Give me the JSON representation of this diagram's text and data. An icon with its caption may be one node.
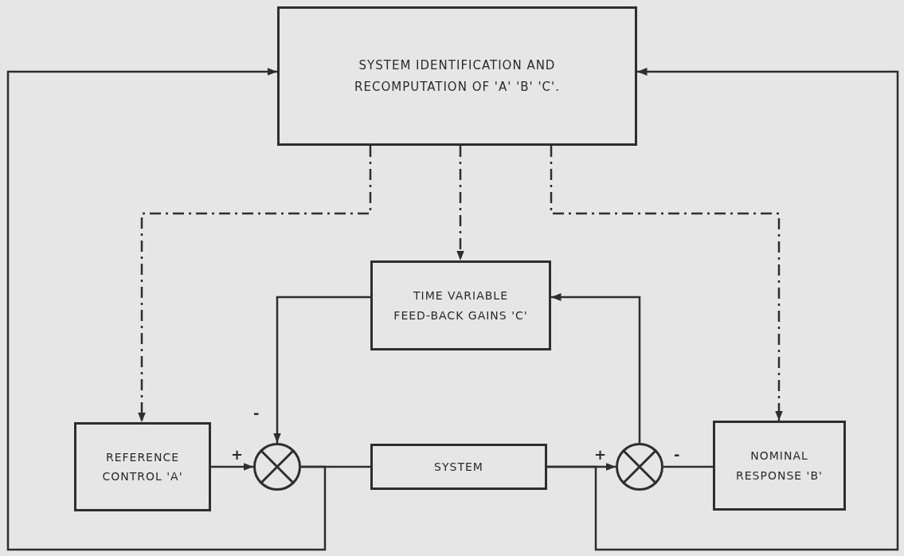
{
  "diagram": {
    "nodes": [
      {
        "text": [
          "SYSTEM IDENTIFICATION AND RECOMPUTATION OF 'A' 'B' 'C'."
        ]
      },
      {
        "text": [
          "TIME VARIABLE FEED-BACK GAINS 'C'"
        ]
      },
      {
        "text": [
          "REFERENCE CONTROL 'A'"
        ]
      },
      {
        "text": [],
        "shape": "circle"
      },
      {
        "text": [
          "SYSTEM"
        ]
      },
      {
        "text": [],
        "shape": "circle"
      },
      {
        "text": [
          "NOMINAL RESPONSE 'B'"
        ]
      }
    ],
    "edges": [
      {
        "from": 0,
        "to": 2,
        "arrow": "to",
        "style": "dashed"
      },
      {
        "from": 0,
        "to": 1,
        "arrow": "to",
        "style": "dashed"
      },
      {
        "from": 0,
        "to": 6,
        "arrow": "to",
        "style": "dashed"
      },
      {
        "from": 2,
        "to": 3,
        "arrow": "to"
      },
      {
        "from": 1,
        "to": 3,
        "arrow": "to"
      },
      {
        "from": 3,
        "to": 4,
        "arrow": "none"
      },
      {
        "from": 3,
        "to": 0,
        "arrow": "to"
      },
      {
        "from": 4,
        "to": 5,
        "arrow": "to"
      },
      {
        "from": 4,
        "to": 0,
        "arrow": "to"
      },
      {
        "from": 6,
        "to": 5,
        "arrow": "none"
      },
      {
        "from": 5,
        "to": 1,
        "arrow": "to"
      }
    ],
    "labels": [
      "-",
      "+",
      "+",
      "-"
    ]
  }
}
